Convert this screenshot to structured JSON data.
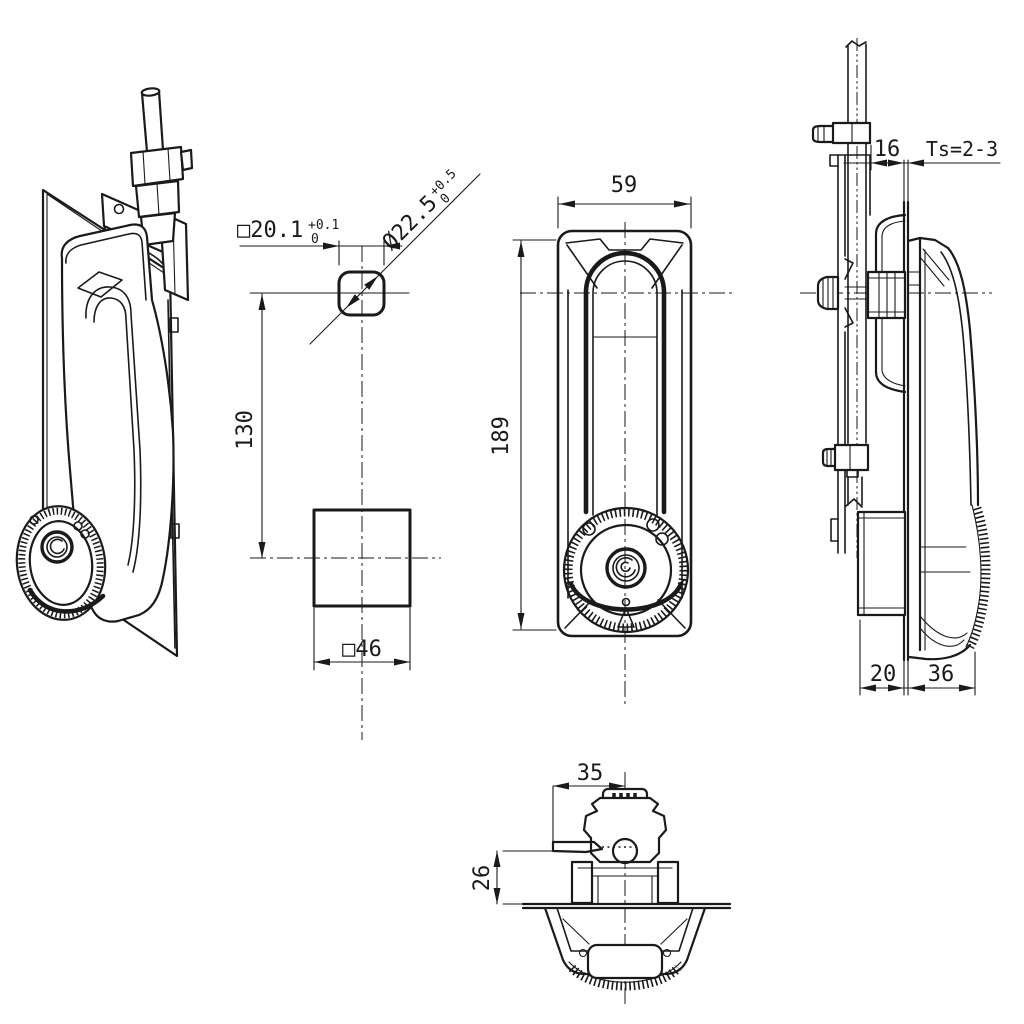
{
  "drawing": {
    "component": "swing-handle-lock",
    "colors": {
      "line": "#1a1a1a",
      "background": "#ffffff"
    },
    "dimensions": {
      "front_width": "59",
      "front_height": "189",
      "hole_square": "□20.1",
      "hole_square_tol_upper": "+0.1",
      "hole_square_tol_lower": "0",
      "hole_diameter": "Ø22.5",
      "hole_diameter_tol_upper": "+0.5",
      "hole_diameter_tol_lower": "0",
      "hole_spacing": "130",
      "cutout_square": "□46",
      "rod_to_panel_offset": "16",
      "panel_thickness": "Ts=2-3",
      "depth_behind_panel": "20",
      "protrusion_front": "36",
      "cam_offset": "35",
      "cam_height": "26"
    }
  }
}
